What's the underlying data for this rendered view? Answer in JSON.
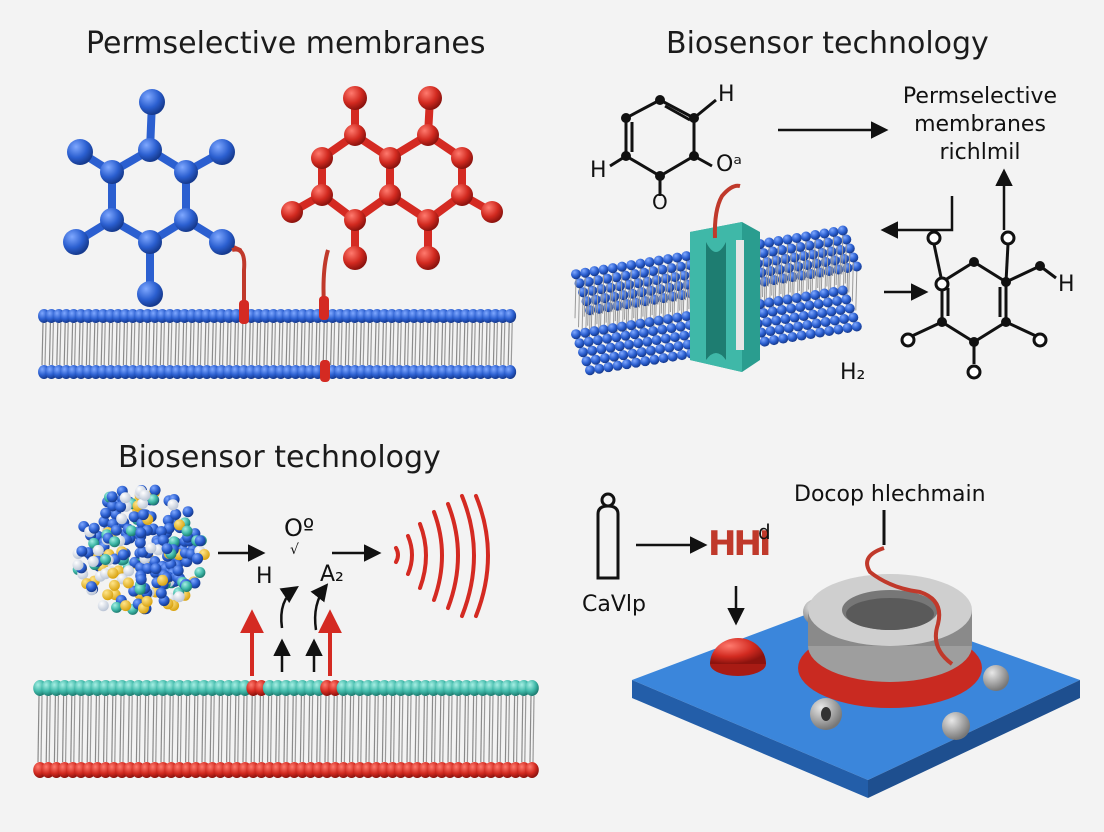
{
  "titles": {
    "top_left": "Permselective membranes",
    "top_right": "Biosensor technology",
    "bottom_left": "Biosensor technology"
  },
  "top_right": {
    "hex1_h_top": "H",
    "hex1_h_left": "H",
    "hex1_o_right": "Oᵃ",
    "hex1_o_bottom": "O",
    "caption_line1": "Permselective",
    "caption_line2": "membranes",
    "caption_line3": "richlmil",
    "hex2_o_top_left": "O",
    "hex2_o_top_right": "O",
    "hex2_h_right": "H",
    "hex2_o_left": "O",
    "hex2_o_bottom_left": "O",
    "hex2_o_bottom_right": "O",
    "h2_label": "H₂"
  },
  "bottom_left": {
    "o_label": "Oº",
    "o_sub": "√",
    "h_label": "H",
    "a_label": "A₂"
  },
  "bottom_right": {
    "device_caption": "Dосop hlechmain",
    "electrode_label": "HHI",
    "electrode_suffix": "d",
    "vial_label": "CaVlp"
  },
  "colors": {
    "blue_atom": "#2b63d6",
    "red_atom": "#d42a22",
    "teal": "#3fb8a8",
    "plate": "#3b86db"
  }
}
